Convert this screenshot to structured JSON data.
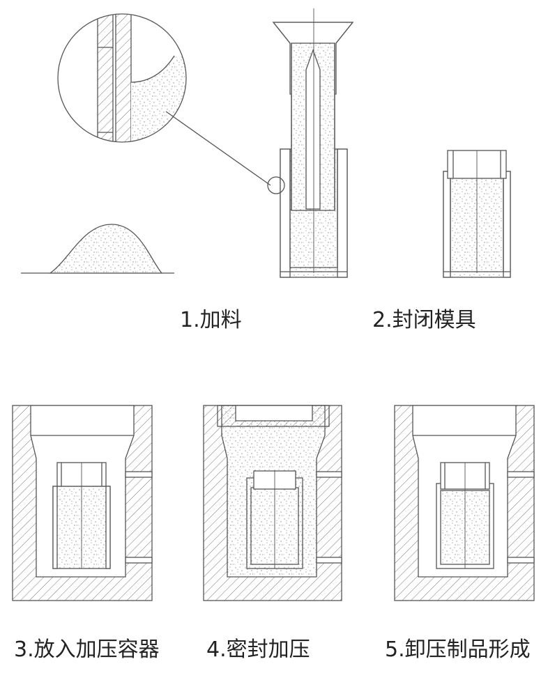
{
  "steps": [
    {
      "label": "1.加料"
    },
    {
      "label": "2.封闭模具"
    },
    {
      "label": "3.放入加压容器"
    },
    {
      "label": "4.密封加压"
    },
    {
      "label": "5.卸压制品形成"
    }
  ],
  "colors": {
    "line": "#555555",
    "powder": "#8a8a8a",
    "background": "#ffffff"
  }
}
